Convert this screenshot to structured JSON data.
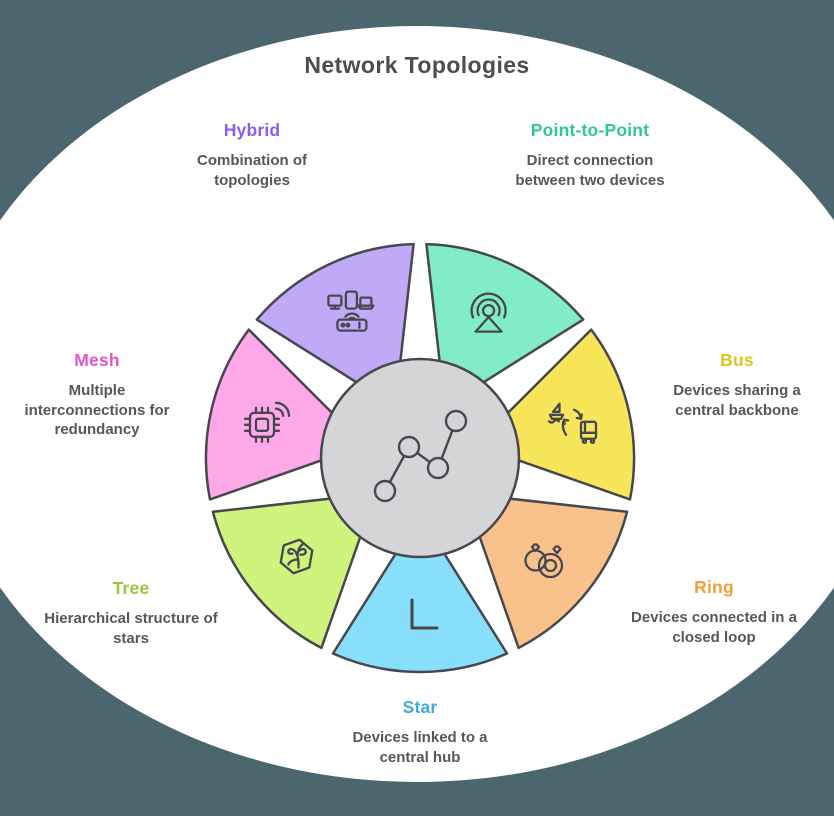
{
  "title": "Network Topologies",
  "background": {
    "frame_color": "#4C6670",
    "panel_color": "#FFFFFF"
  },
  "outline_color": "#474750",
  "center": {
    "icon": "network-graph-icon",
    "fill": "#D5D5D7"
  },
  "segments": [
    {
      "id": "p2p",
      "label": "Point-to-Point",
      "description": "Direct connection between two devices",
      "description_lines": [
        "Direct connection",
        "between two devices"
      ],
      "label_color": "#2FC98E",
      "wedge_color": "#80EDC6",
      "icon": "broadcast-icon"
    },
    {
      "id": "bus",
      "label": "Bus",
      "description": "Devices sharing a central backbone",
      "description_lines": [
        "Devices sharing a",
        "central backbone"
      ],
      "label_color": "#E2C31F",
      "wedge_color": "#F8E65A",
      "icon": "bus-transfer-icon"
    },
    {
      "id": "ring",
      "label": "Ring",
      "description": "Devices connected in a closed loop",
      "description_lines": [
        "Devices connected in a",
        "closed loop"
      ],
      "label_color": "#F0A03A",
      "wedge_color": "#FAC28B",
      "icon": "rings-icon"
    },
    {
      "id": "star",
      "label": "Star",
      "description": "Devices linked to a central hub",
      "description_lines": [
        "Devices linked to a",
        "central hub"
      ],
      "label_color": "#41A9DE",
      "wedge_color": "#87DFFB",
      "icon": "corner-angle-icon"
    },
    {
      "id": "tree",
      "label": "Tree",
      "description": "Hierarchical structure of stars",
      "description_lines": [
        "Hierarchical structure of",
        "stars"
      ],
      "label_color": "#94C83A",
      "wedge_color": "#CEF47E",
      "icon": "hexagon-branch-icon"
    },
    {
      "id": "mesh",
      "label": "Mesh",
      "description": "Multiple interconnections for redundancy",
      "description_lines": [
        "Multiple",
        "interconnections for",
        "redundancy"
      ],
      "label_color": "#E455C7",
      "wedge_color": "#FFA9E8",
      "icon": "chip-wifi-icon"
    },
    {
      "id": "hybrid",
      "label": "Hybrid",
      "description": "Combination of topologies",
      "description_lines": [
        "Combination of",
        "topologies"
      ],
      "label_color": "#8B5CF6",
      "wedge_color": "#C0A9F7",
      "icon": "devices-router-icon"
    }
  ]
}
